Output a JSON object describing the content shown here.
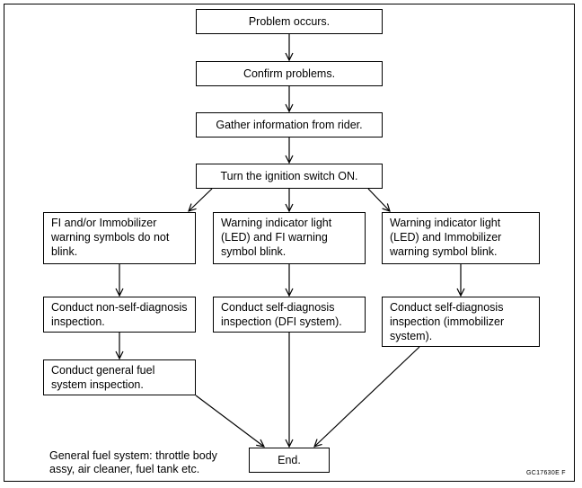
{
  "flowchart": {
    "steps": {
      "problem": "Problem occurs.",
      "confirm": "Confirm problems.",
      "gather": "Gather information from rider.",
      "ignition": "Turn the ignition switch ON.",
      "branch_fi": "FI and/or Immobilizer\nwarning symbols do not\nblink.",
      "branch_led_fi": "Warning indicator light\n(LED) and FI warning\nsymbol blink.",
      "branch_led_immo": "Warning indicator light\n(LED) and Immobilizer\nwarning symbol blink.",
      "non_self_diag": "Conduct  non-self-diagnosis\ninspection.",
      "self_diag_dfi": "Conduct self-diagnosis\ninspection (DFI system).",
      "self_diag_immo": "Conduct self-diagnosis\ninspection (immobilizer\nsystem).",
      "general_fuel": "Conduct general fuel\nsystem inspection.",
      "end": "End."
    },
    "note": "General fuel system: throttle body\nassy, air cleaner, fuel tank etc.",
    "figure_code": "GC17630E   F"
  }
}
